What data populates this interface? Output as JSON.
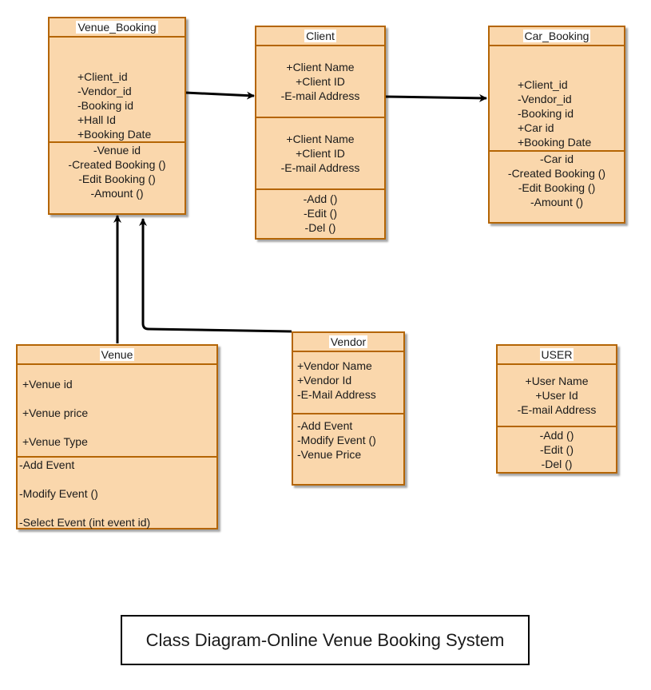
{
  "classes": {
    "venue_booking": {
      "name": "Venue_Booking",
      "attributes": [
        "+Client_id",
        "-Vendor_id",
        "-Booking id",
        "+Hall Id",
        "+Booking Date"
      ],
      "methods": [
        "-Venue id",
        "-Created Booking ()",
        "-Edit Booking ()",
        "-Amount ()"
      ]
    },
    "client": {
      "name": "Client",
      "attributes": [
        "+Client Name",
        "+Client ID",
        "-E-mail Address"
      ],
      "attributes2": [
        "+Client Name",
        "+Client ID",
        "-E-mail Address"
      ],
      "methods": [
        "-Add ()",
        "-Edit ()",
        "-Del ()"
      ]
    },
    "car_booking": {
      "name": "Car_Booking",
      "attributes": [
        "+Client_id",
        "-Vendor_id",
        "-Booking id",
        "+Car id",
        "+Booking Date"
      ],
      "methods": [
        "-Car id",
        "-Created Booking ()",
        "-Edit Booking ()",
        "-Amount ()"
      ]
    },
    "venue": {
      "name": "Venue",
      "attributes": [
        "+Venue id",
        "+Venue price",
        "+Venue Type"
      ],
      "methods": [
        "-Add Event",
        "-Modify Event ()",
        "-Select Event (int event id)"
      ]
    },
    "vendor": {
      "name": "Vendor",
      "attributes": [
        "+Vendor Name",
        "+Vendor Id",
        "-E-Mail Address"
      ],
      "methods": [
        "-Add Event",
        "-Modify Event ()",
        "-Venue Price"
      ]
    },
    "user": {
      "name": "USER",
      "attributes": [
        "+User Name",
        "+User Id",
        "-E-mail Address"
      ],
      "methods": [
        "-Add ()",
        "-Edit ()",
        "-Del ()"
      ]
    }
  },
  "caption": "Class Diagram-Online Venue Booking System",
  "colors": {
    "fill": "#fad7ac",
    "stroke": "#b46504",
    "arrow": "#000000"
  }
}
